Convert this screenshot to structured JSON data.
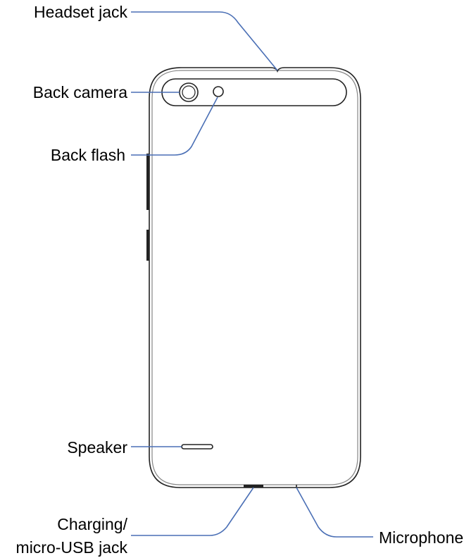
{
  "callouts": {
    "headset_jack": "Headset jack",
    "back_camera": "Back camera",
    "back_flash": "Back flash",
    "speaker": "Speaker",
    "charging_line1": "Charging/",
    "charging_line2": "micro-USB jack",
    "microphone": "Microphone"
  },
  "colors": {
    "leader_line": "#4a6fb5",
    "outline": "#222222",
    "label_text": "#000000"
  }
}
